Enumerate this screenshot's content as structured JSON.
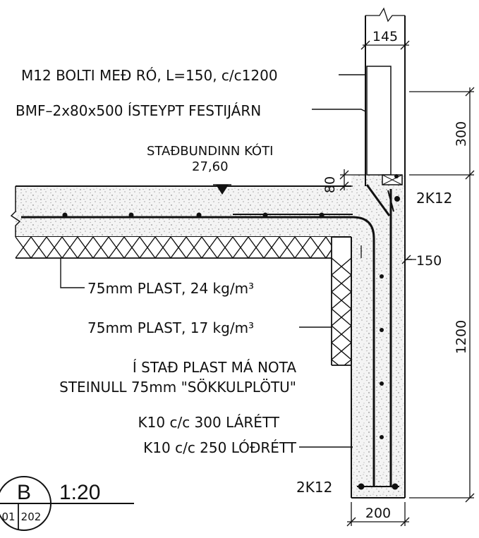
{
  "labels": {
    "bolt": "M12 BOLTI MEÐ RÓ, L=150, c/c1200",
    "bmf": "BMF–2x80x500 ÍSTEYPT FESTIJÁRN",
    "level_title": "STAÐBUNDINN KÓTI",
    "level_value": "27,60",
    "plast24": "75mm PLAST, 24 kg/m³",
    "plast17": "75mm PLAST, 17 kg/m³",
    "alt1": "Í STAÐ PLAST MÁ NOTA",
    "alt2": "STEINULL 75mm \"SÖKKULPLÖTU\"",
    "k10h": "K10 c/c 300 LÁRÉTT",
    "k10v": "K10 c/c 250 LÓÐRÉTT",
    "rebar_top": "2K12",
    "rebar_bottom": "2K12"
  },
  "dimensions": {
    "top_width": "145",
    "top_height": "300",
    "slab_step": "80",
    "wall_offset": "150",
    "wall_height": "1200",
    "bottom_width": "200"
  },
  "title_block": {
    "detail_letter": "B",
    "scale": "1:20",
    "sheet_left": "01",
    "sheet_right": "202"
  }
}
